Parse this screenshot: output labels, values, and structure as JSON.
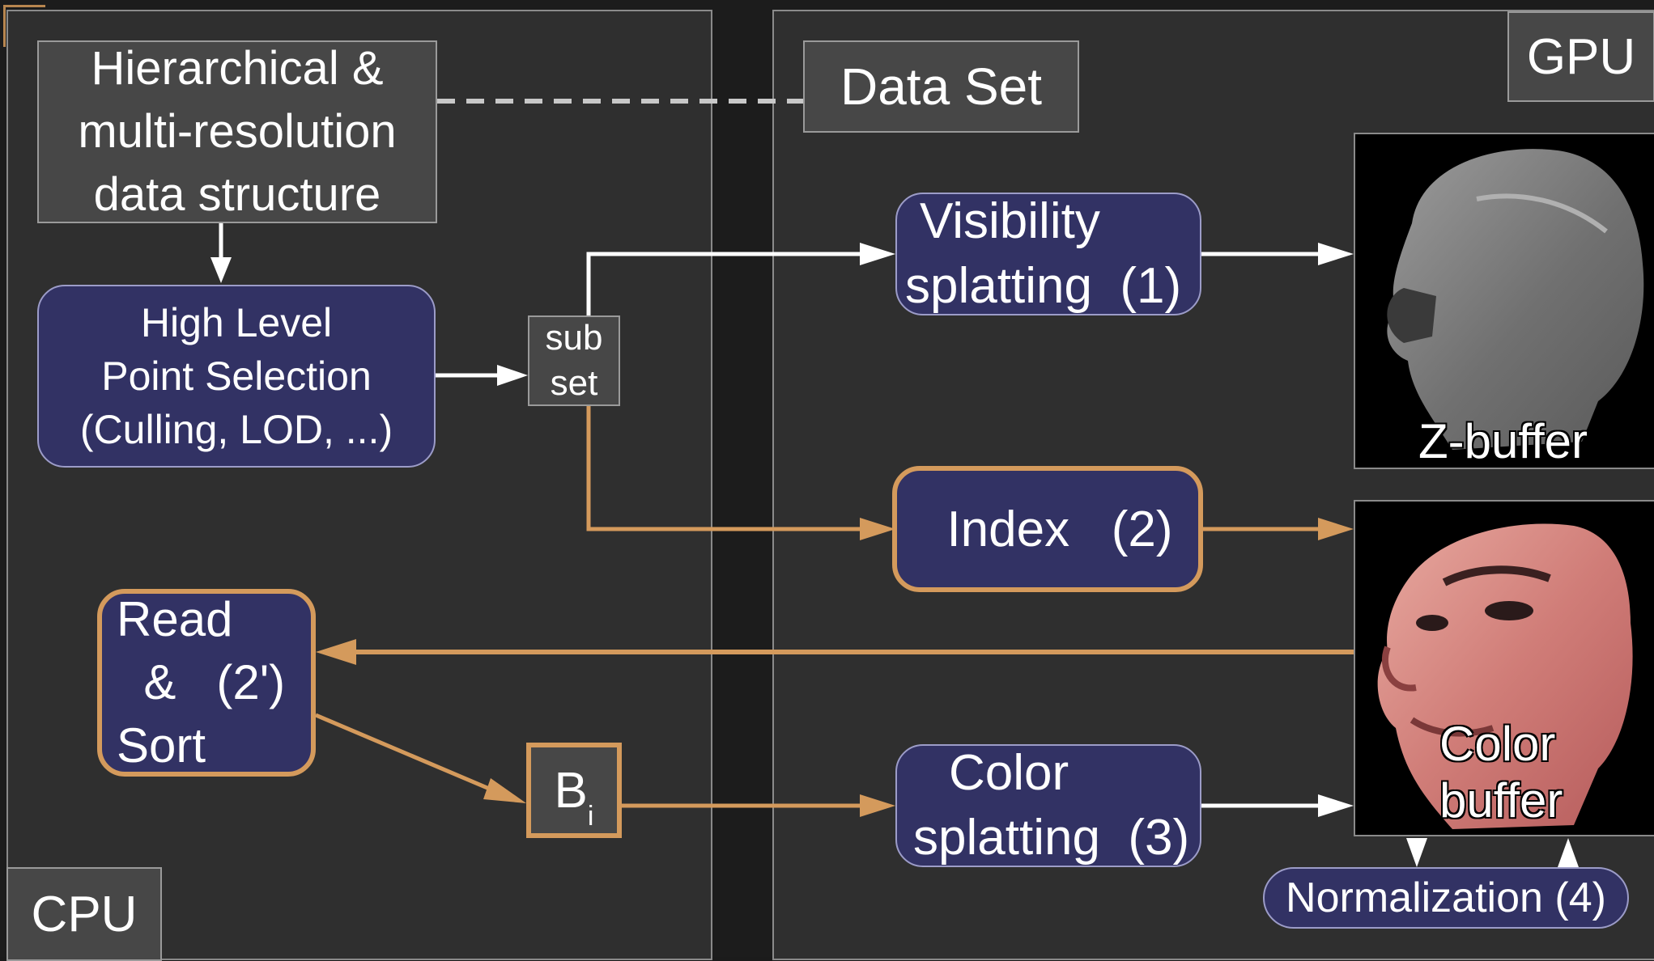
{
  "panels": {
    "cpu_label": "CPU",
    "gpu_label": "GPU"
  },
  "nodes": {
    "hierarchical": [
      "Hierarchical &",
      "multi-resolution",
      "data structure"
    ],
    "data_set": "Data Set",
    "high_level": [
      "High Level",
      "Point Selection",
      "(Culling, LOD, ...)"
    ],
    "subset": [
      "sub",
      "set"
    ],
    "visibility": [
      "Visibility",
      "splatting  (1)"
    ],
    "index": "Index   (2)",
    "read_sort": [
      "Read",
      "  &   (2')",
      "Sort"
    ],
    "bi_main": "B",
    "bi_sub": "i",
    "color_splat": [
      "Color",
      "splatting  (3)"
    ],
    "normalization": "Normalization (4)"
  },
  "buffers": {
    "zbuffer": "Z-buffer",
    "color_buffer": [
      "Color",
      "buffer"
    ]
  },
  "colors": {
    "navy": "#323264",
    "orange": "#d49a5c",
    "white": "#ffffff",
    "panel": "#2f2f2f"
  }
}
